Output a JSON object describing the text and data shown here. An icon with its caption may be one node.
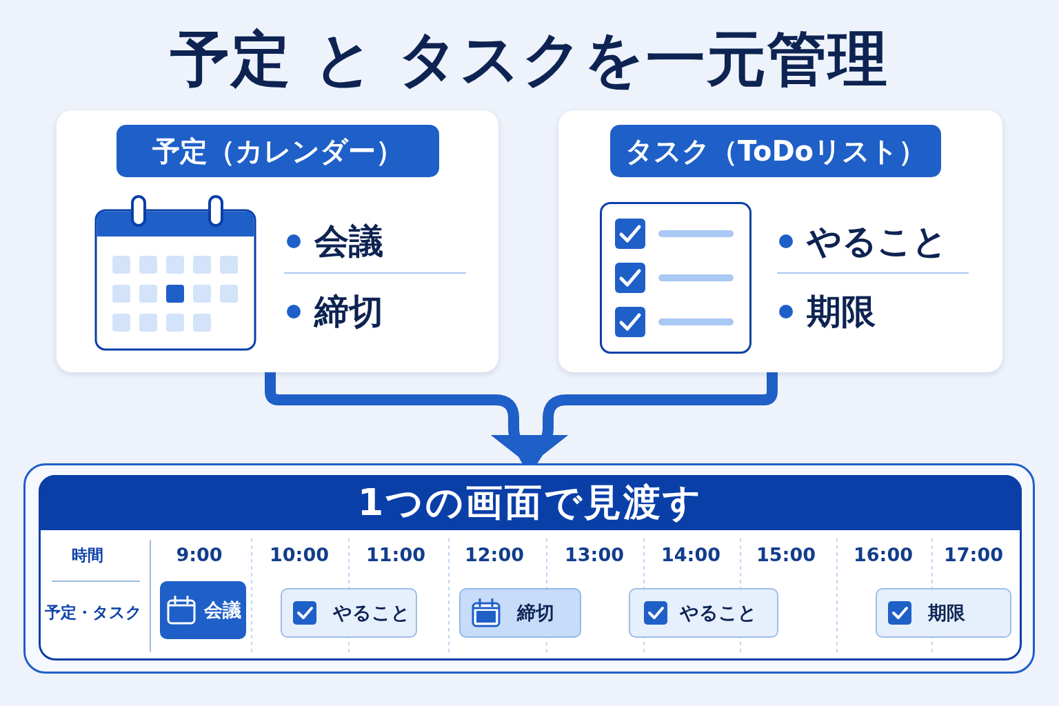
{
  "diagram": {
    "title": "予定 と タスクを一元管理",
    "nodes": [
      {
        "text": [
          "予定（カレンダー）",
          "会議",
          "締切"
        ]
      },
      {
        "text": [
          "タスク（ToDoリスト）",
          "やること",
          "期限"
        ]
      },
      {
        "text": [
          "1つの画面で見渡す"
        ]
      },
      {
        "text": [
          "会議"
        ],
        "in": 2
      },
      {
        "text": [
          "やること"
        ],
        "in": 2
      },
      {
        "text": [
          "締切"
        ],
        "in": 2
      },
      {
        "text": [
          "やること"
        ],
        "in": 2
      },
      {
        "text": [
          "期限"
        ],
        "in": 2
      }
    ],
    "edges": [
      {
        "from": 0,
        "to": 2,
        "arrow": "to"
      },
      {
        "from": 1,
        "to": 2,
        "arrow": "to"
      }
    ],
    "labels": [
      "時間",
      "9:00",
      "10:00",
      "11:00",
      "12:00",
      "13:00",
      "14:00",
      "15:00",
      "16:00",
      "17:00",
      "予定・タスク"
    ]
  }
}
